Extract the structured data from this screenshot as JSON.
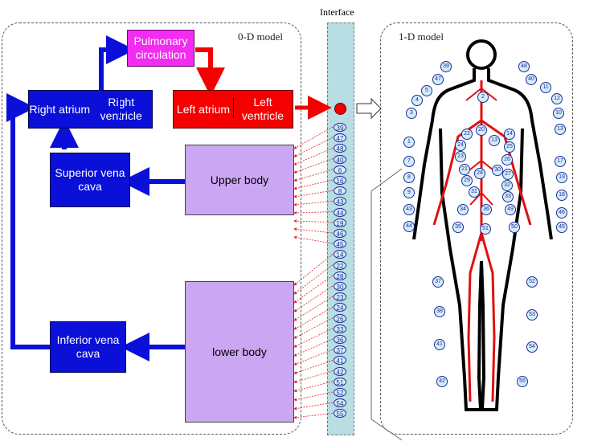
{
  "panels": {
    "zero_d_title": "0-D model",
    "one_d_title": "1-D model",
    "interface_label": "Interface"
  },
  "boxes": {
    "pulmonary": "Pulmonary circulation",
    "right_atrium": "Right atrium",
    "right_ventricle": "Right ventricle",
    "left_atrium": "Left atrium",
    "left_ventricle": "Left ventricle",
    "superior_vena_cava": "Superior vena cava",
    "inferior_vena_cava": "Inferior vena cava",
    "upper_body": "Upper body",
    "lower_body": "lower body"
  },
  "interface_nodes": [
    "39",
    "47",
    "48",
    "40",
    "6",
    "16",
    "8",
    "43",
    "44",
    "19",
    "46",
    "45",
    "14",
    "22",
    "28",
    "30",
    "23",
    "24",
    "26",
    "33",
    "36",
    "37",
    "41",
    "42",
    "51",
    "52",
    "54",
    "55"
  ],
  "body_nodes": [
    "39",
    "48",
    "47",
    "40",
    "5",
    "11",
    "4",
    "12",
    "2",
    "10",
    "3",
    "13",
    "1",
    "22",
    "20",
    "14",
    "24",
    "13",
    "25",
    "7",
    "23",
    "26",
    "17",
    "21",
    "28",
    "30",
    "27",
    "19",
    "8",
    "29",
    "32",
    "9",
    "31",
    "33",
    "18",
    "43",
    "34",
    "36",
    "49",
    "46",
    "44",
    "35",
    "51",
    "50",
    "45",
    "37",
    "52",
    "38",
    "53",
    "41",
    "54",
    "42",
    "55"
  ],
  "colors": {
    "blue": "#0a10d8",
    "red": "#f40000",
    "magenta": "#f22cf0",
    "lavender": "#cba6f2",
    "interface": "#b8dde2"
  },
  "icons": {
    "interface_outlet": "red-circle-node",
    "body": "human-arterial-tree",
    "mapping_arrow": "hollow-right-arrow"
  }
}
